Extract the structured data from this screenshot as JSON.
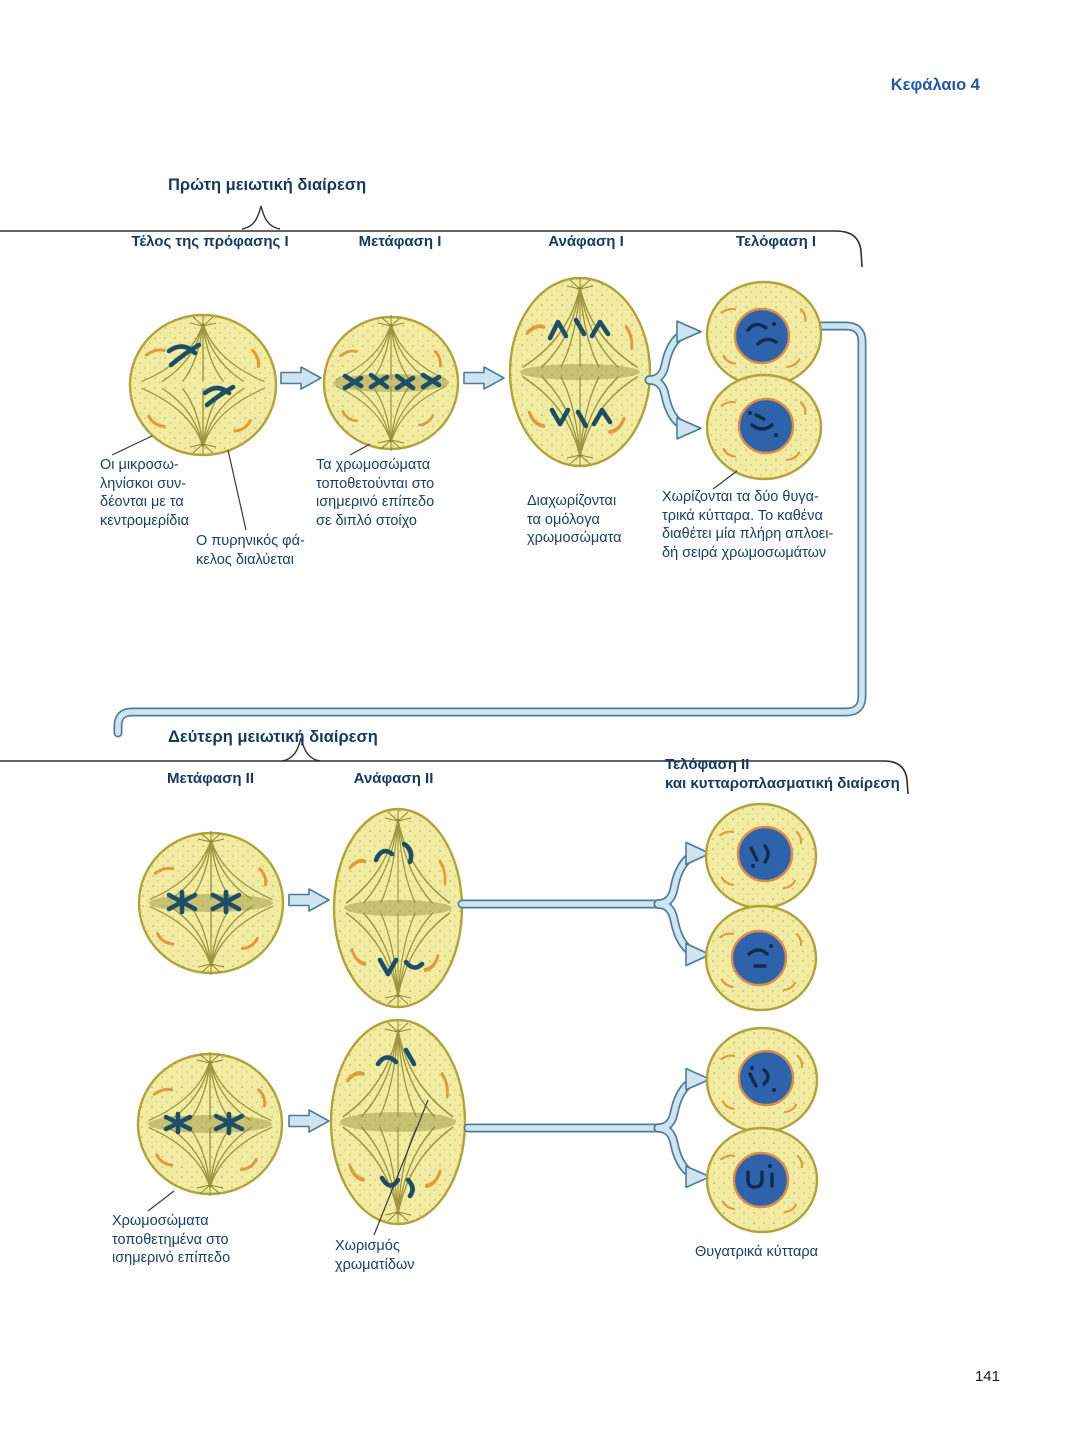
{
  "page": {
    "chapter_label": "Κεφάλαιο 4",
    "page_number": "141"
  },
  "division1": {
    "title": "Πρώτη μειωτική διαίρεση",
    "stages": [
      {
        "label": "Τέλος της πρόφασης Ι"
      },
      {
        "label": "Μετάφαση Ι"
      },
      {
        "label": "Ανάφαση Ι"
      },
      {
        "label": "Τελόφαση Ι"
      }
    ],
    "annotations": [
      {
        "id": "microtubules-centromeres",
        "text": "Οι μικροσω-\nληνίσκοι συν-\nδέονται με τα\nκεντρομερίδια"
      },
      {
        "id": "nuclear-envelope-dissolves",
        "text": "Ο πυρηνικός φά-\nκελος διαλύεται"
      },
      {
        "id": "chromosomes-equatorial-double-row",
        "text": "Τα χρωμοσώματα\nτοποθετούνται στο\nισημερινό επίπεδο\nσε διπλό στοίχο"
      },
      {
        "id": "homologous-separate",
        "text": "Διαχωρίζονται\nτα ομόλογα\nχρωμοσώματα"
      },
      {
        "id": "daughter-cells-separate",
        "text": "Χωρίζονται τα δύο θυγα-\nτρικά κύτταρα. Το καθένα\nδιαθέτει μία πλήρη απλοει-\nδή σειρά χρωμοσωμάτων"
      }
    ]
  },
  "division2": {
    "title": "Δεύτερη μειωτική διαίρεση",
    "stages": [
      {
        "label": "Μετάφαση ΙΙ"
      },
      {
        "label": "Ανάφαση ΙΙ"
      },
      {
        "label": "Τελόφαση ΙΙ\nκαι κυτταροπλασματική διαίρεση"
      }
    ],
    "annotations": [
      {
        "id": "chromosomes-equatorial-plane",
        "text": "Χρωμοσώματα\nτοποθετημένα στο\nισημερινό επίπεδο"
      },
      {
        "id": "chromatid-separation",
        "text": "Χωρισμός\nχρωματίδων"
      },
      {
        "id": "daughter-cells",
        "text": "Θυγατρικά κύτταρα"
      }
    ]
  },
  "colors": {
    "cell_fill": "#f1eca1",
    "cell_outline": "#b1a23b",
    "chromosome": "#1d4e66",
    "nucleus_fill": "#2e63ab",
    "nucleus_rim": "#dd8c4c",
    "arrow_fill": "#cfe4ee",
    "arrow_outline": "#4d7e99",
    "heading_navy": "#16395f",
    "accent_blue": "#2257a8"
  }
}
